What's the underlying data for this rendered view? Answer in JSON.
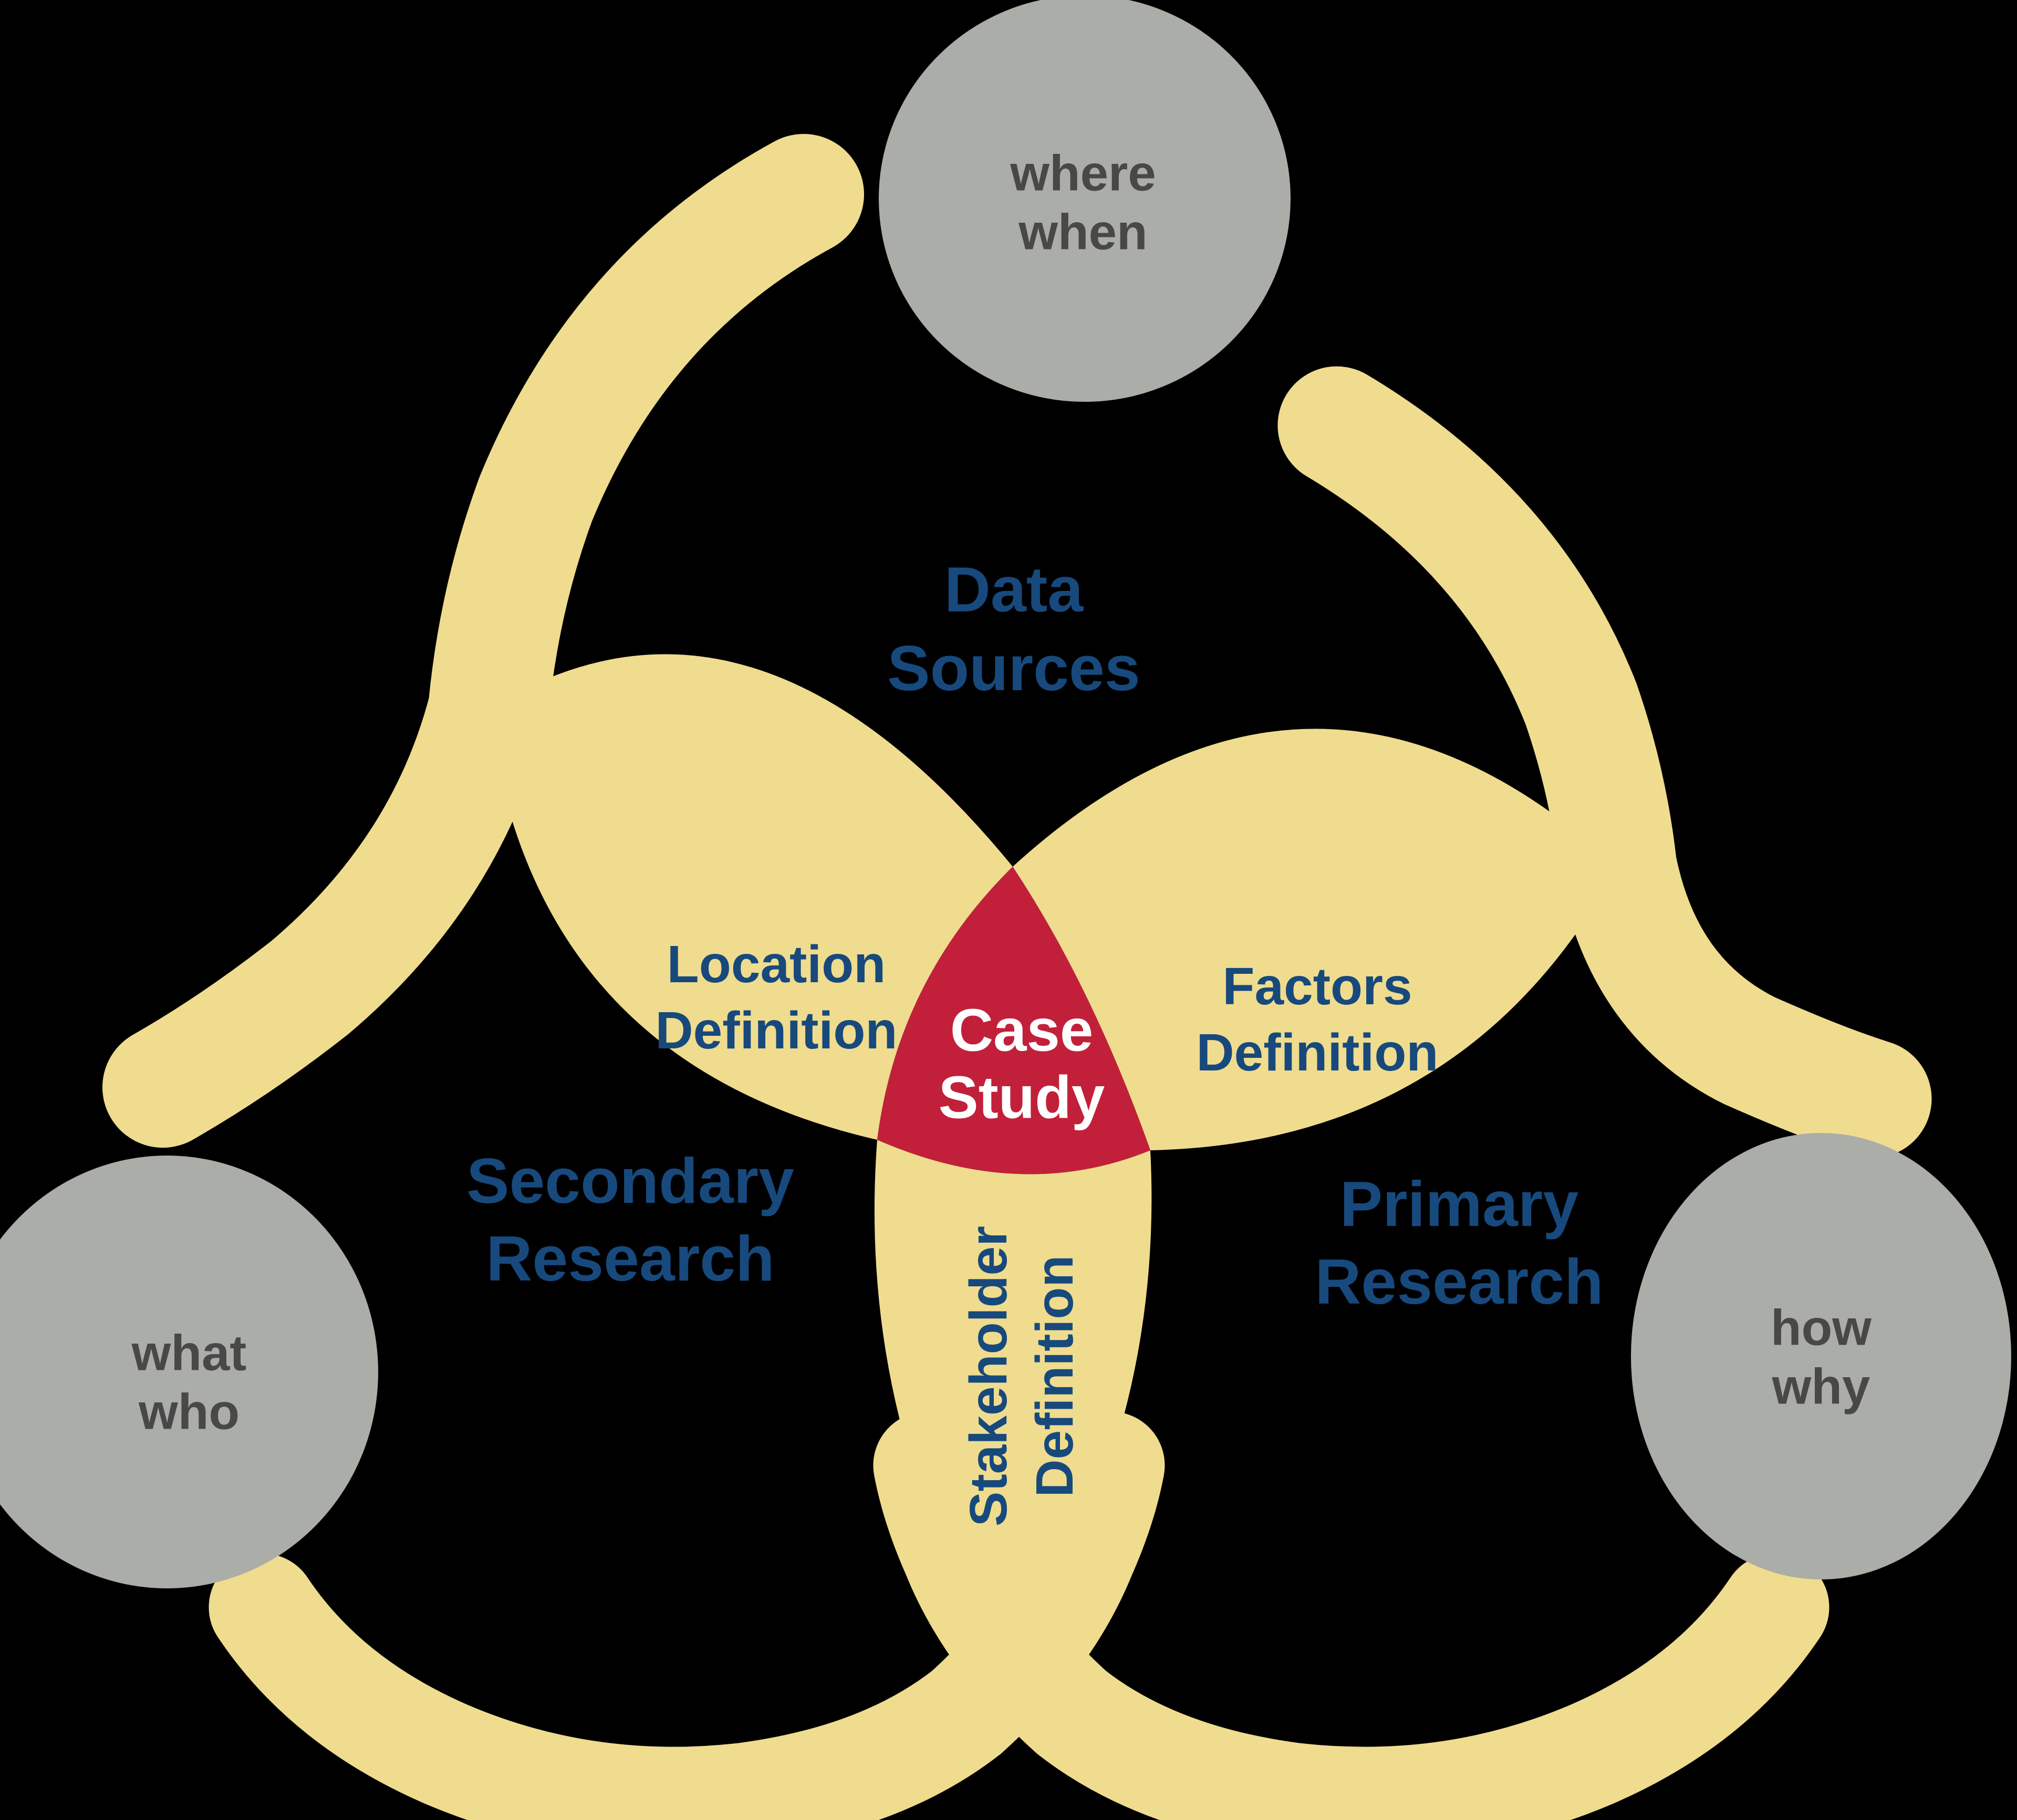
{
  "diagram": {
    "background": "#000000",
    "colors": {
      "yellow": "#EFDC8E",
      "red": "#C2203A",
      "blue": "#17497D",
      "gray": "#ABADA8",
      "gray_text": "#484848",
      "white": "#FFFFFF"
    },
    "center": {
      "name": "Case Study",
      "line1": "Case",
      "line2": "Study"
    },
    "rings": [
      {
        "name": "Data Sources",
        "line1": "Data",
        "line2": "Sources",
        "questions": {
          "line1": "where",
          "line2": "when"
        }
      },
      {
        "name": "Secondary Research",
        "line1": "Secondary",
        "line2": "Research",
        "questions": {
          "line1": "what",
          "line2": "who"
        }
      },
      {
        "name": "Primary Research",
        "line1": "Primary",
        "line2": "Research",
        "questions": {
          "line1": "how",
          "line2": "why"
        }
      }
    ],
    "overlaps": [
      {
        "name": "Location Definition",
        "line1": "Location",
        "line2": "Definition"
      },
      {
        "name": "Factors Definition",
        "line1": "Factors",
        "line2": "Definition"
      },
      {
        "name": "Stakeholder Definition",
        "line1": "Stakeholder",
        "line2": "Definition"
      }
    ]
  }
}
